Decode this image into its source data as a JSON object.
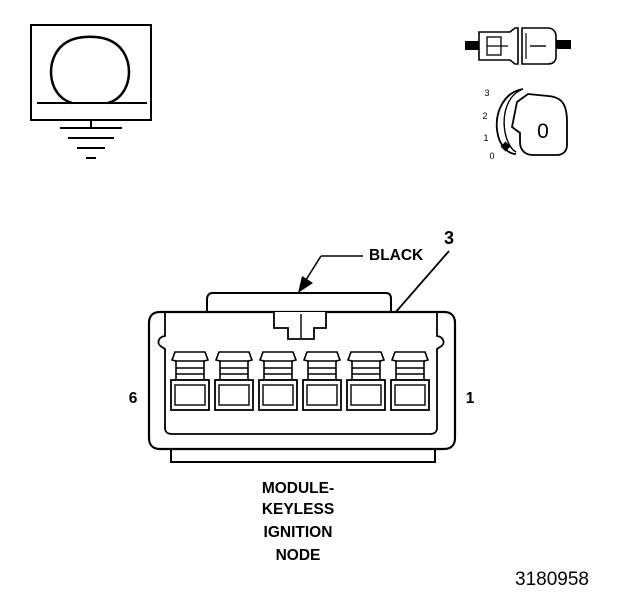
{
  "callouts": {
    "color_label": "BLACK",
    "pin_callout": "3"
  },
  "pin_end_labels": {
    "left": "6",
    "right": "1"
  },
  "connector_name": {
    "line1": "MODULE-",
    "line2": "KEYLESS",
    "line3": "IGNITION",
    "line4": "NODE"
  },
  "figure_number": "3180958",
  "ignition_key": {
    "positions": [
      "3",
      "2",
      "1",
      "0"
    ],
    "key_face": "0"
  },
  "icons": {
    "ground_symbol": "ground-omega-icon",
    "connector_symbol": "connector-plug-icon",
    "ignition": "ignition-key-icon"
  },
  "colors": {
    "line": "#000000",
    "fill": "#ffffff",
    "shade": "#e6e6e6"
  }
}
